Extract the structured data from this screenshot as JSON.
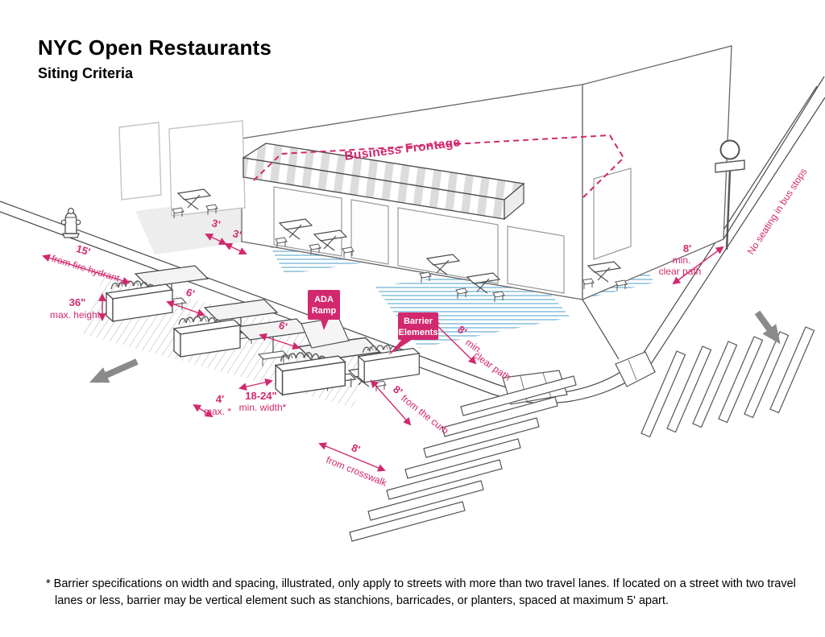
{
  "header": {
    "title": "NYC Open Restaurants",
    "subtitle": "Siting Criteria"
  },
  "colors": {
    "accent_pink": "#d2286e",
    "clear_path_blue": "#85bdd8",
    "traffic_arrow_gray": "#8a8a8a"
  },
  "diagram": {
    "business_frontage": "Business Frontage",
    "fire_hydrant": {
      "value": "15'",
      "label": "from fire hydrant"
    },
    "planter_height": {
      "value": "36\"",
      "label": "max. height"
    },
    "setback_a": "3'",
    "setback_b": "3'",
    "aisle_a": "6'",
    "aisle_b": "6'",
    "ada_ramp": {
      "line1": "ADA",
      "line2": "Ramp"
    },
    "barrier_elements": {
      "line1": "Barrier",
      "line2": "Elements"
    },
    "clear_path_corner": {
      "value": "8'",
      "line1": "min.",
      "line2": "clear path"
    },
    "clear_path_side": {
      "value": "8'",
      "line1": "min.",
      "line2": "clear path"
    },
    "from_curb": {
      "value": "8'",
      "label": "from the curb"
    },
    "barrier_gap": {
      "value": "4'",
      "label": "max. *"
    },
    "barrier_width": {
      "value": "18-24\"",
      "label": "min. width*"
    },
    "from_crosswalk": {
      "value": "8'",
      "label": "from crosswalk"
    },
    "bus_stop": "No seating in bus stops"
  },
  "footnote": "* Barrier specifications on width and spacing, illustrated, only apply to streets with more than two travel lanes. If located on a street with two travel lanes or less, barrier may be vertical element such as stanchions, barricades, or planters, spaced at maximum 5' apart."
}
